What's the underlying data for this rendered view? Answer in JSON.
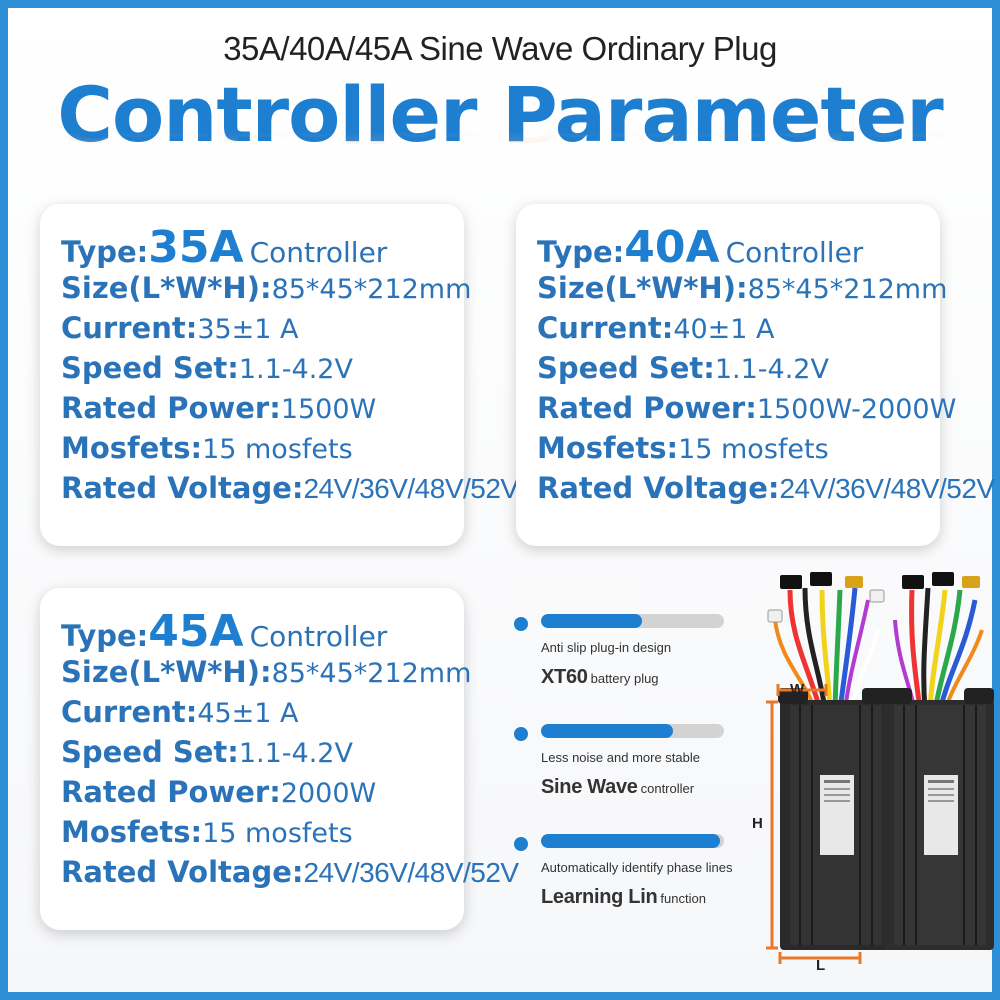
{
  "header": {
    "subtitle": "35A/40A/45A Sine Wave Ordinary Plug",
    "title": "Controller Parameter"
  },
  "cards": [
    {
      "type_label": "Type:",
      "type_value": "35A",
      "type_suffix": "Controller",
      "size_label": "Size(L*W*H):",
      "size_value": "85*45*212mm",
      "current_label": "Current:",
      "current_value": "35±1 A",
      "speed_label": "Speed Set:",
      "speed_value": "1.1-4.2V",
      "power_label": "Rated Power:",
      "power_value": "1500W",
      "mosfets_label": "Mosfets:",
      "mosfets_value": "15 mosfets",
      "voltage_label": "Rated Voltage:",
      "voltage_value": "24V/36V/48V/52V"
    },
    {
      "type_label": "Type:",
      "type_value": "40A",
      "type_suffix": "Controller",
      "size_label": "Size(L*W*H):",
      "size_value": "85*45*212mm",
      "current_label": "Current:",
      "current_value": "40±1 A",
      "speed_label": "Speed Set:",
      "speed_value": "1.1-4.2V",
      "power_label": "Rated Power:",
      "power_value": "1500W-2000W",
      "mosfets_label": "Mosfets:",
      "mosfets_value": "15 mosfets",
      "voltage_label": "Rated Voltage:",
      "voltage_value": "24V/36V/48V/52V"
    },
    {
      "type_label": "Type:",
      "type_value": "45A",
      "type_suffix": "Controller",
      "size_label": "Size(L*W*H):",
      "size_value": "85*45*212mm",
      "current_label": "Current:",
      "current_value": "45±1 A",
      "speed_label": "Speed Set:",
      "speed_value": "1.1-4.2V",
      "power_label": "Rated Power:",
      "power_value": "2000W",
      "mosfets_label": "Mosfets:",
      "mosfets_value": "15 mosfets",
      "voltage_label": "Rated Voltage:",
      "voltage_value": "24V/36V/48V/52V"
    }
  ],
  "features": [
    {
      "caption": "Anti slip plug-in design",
      "highlight": "XT60",
      "tail": "battery plug",
      "level": 0.55
    },
    {
      "caption": "Less noise and more stable",
      "highlight": "Sine Wave",
      "tail": "controller",
      "level": 0.72
    },
    {
      "caption": "Automatically identify phase lines",
      "highlight": "Learning Lin",
      "tail": "function",
      "level": 0.98
    }
  ],
  "dimensions": {
    "width": "W",
    "height": "H",
    "length": "L"
  },
  "colors": {
    "brand_blue": "#1e7fd0",
    "text_blue": "#2b73b8",
    "frame": "#2f8fd6",
    "dimension_orange": "#e8782a"
  }
}
